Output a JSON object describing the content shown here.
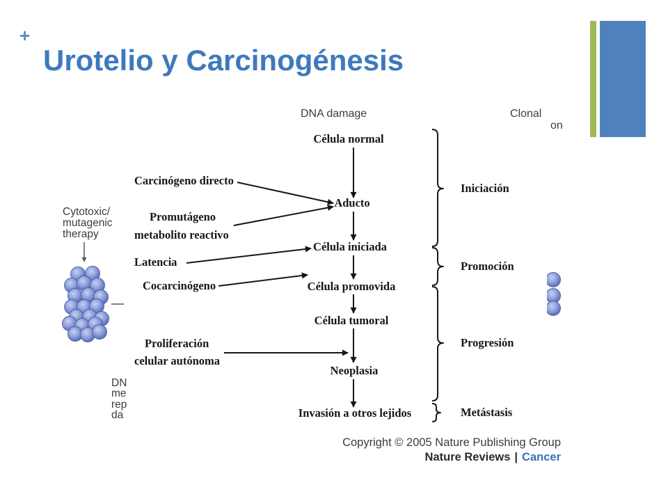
{
  "slide": {
    "bullet": "+",
    "title": "Urotelio y Carcinogénesis",
    "colors": {
      "bullet": "#5b8cc8",
      "title": "#3d79be",
      "accent_green": "#9bbb59",
      "accent_blue": "#4f81bd"
    }
  },
  "background_figure": {
    "dna_damage_label": "DNA damage",
    "clonal_label": "Clonal",
    "clonal_fragment": "on",
    "therapy_lines": [
      "Cytotoxic/",
      "mutagenic",
      "therapy"
    ],
    "side_fragments": [
      "DN",
      "me",
      "rep",
      "da"
    ],
    "copyright": "Copyright © 2005 Nature Publishing Group",
    "journal": "Nature Reviews",
    "journal_separator": "|",
    "journal_section": "Cancer",
    "colors": {
      "text": "#3c3c3c",
      "cell": "#8d9fdb",
      "journal_section": "#3a72b5"
    }
  },
  "flowchart": {
    "stages": [
      "Célula normal",
      "Aducto",
      "Célula iniciada",
      "Célula promovida",
      "Célula tumoral",
      "Neoplasia",
      "Invasión a otros lejidos"
    ],
    "inputs": {
      "direct_carcinogen": "Carcinógeno directo",
      "promutagen": [
        "Promutágeno",
        "metabolito reactivo"
      ],
      "latency": "Latencia",
      "cocarcinogen": "Cocarcinógeno",
      "proliferation": [
        "Proliferación",
        "celular autónoma"
      ]
    },
    "phases": [
      "Iniciación",
      "Promoción",
      "Progresión",
      "Metástasis"
    ]
  }
}
